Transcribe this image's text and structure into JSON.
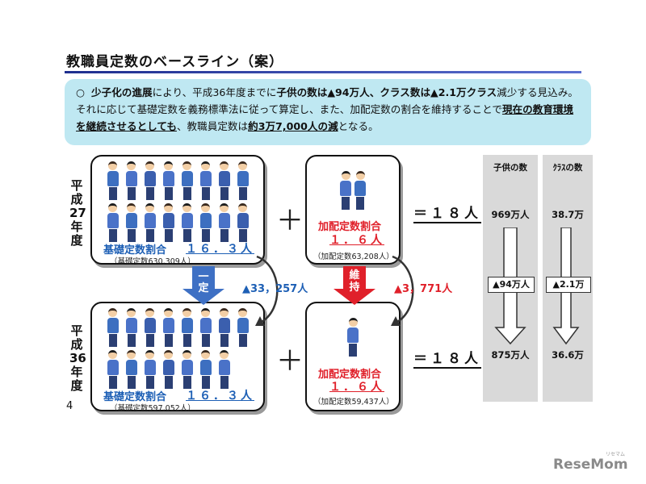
{
  "title": "教職員定数のベースライン（案）",
  "summary": {
    "bullet": "○",
    "parts": [
      {
        "text": "少子化の進展",
        "b": true,
        "u": false
      },
      {
        "text": "により、平成36年度までに",
        "b": false,
        "u": false
      },
      {
        "text": "子供の数は▲94万人、クラス数は▲2.1万クラス",
        "b": true,
        "u": false
      },
      {
        "text": "減少する見込み。それに応じて基礎定数を義務標準法に従って算定し、また、加配定数の割合を維持することで",
        "b": false,
        "u": false
      },
      {
        "text": "現在の教育環境を継続させるとしても",
        "b": true,
        "u": true
      },
      {
        "text": "、教職員定数は",
        "b": false,
        "u": false
      },
      {
        "text": "約3万7,000人の減",
        "b": true,
        "u": true
      },
      {
        "text": "となる。",
        "b": false,
        "u": false
      }
    ]
  },
  "year_top": "平成27年度",
  "year_bottom": "平成36年度",
  "top_row": {
    "base_label": "基礎定数割合",
    "base_value": "１６．３人",
    "base_count": "（基礎定数630,309人）",
    "add_label": "加配定数割合",
    "add_value": "１．６人",
    "add_count": "（加配定数63,208人）",
    "plus": "＋",
    "total": "＝１８人"
  },
  "bottom_row": {
    "base_label": "基礎定数割合",
    "base_value": "１６．３人",
    "base_count": "（基礎定数597,052人）",
    "add_label": "加配定数割合",
    "add_value": "１．６人",
    "add_count": "（加配定数59,437人）",
    "plus": "＋",
    "total": "＝１８人"
  },
  "arrows": {
    "blue_text": "一定",
    "blue_delta": "▲33，257人",
    "red_text": "維持",
    "red_delta": "▲3，771人"
  },
  "columns": {
    "children": {
      "header": "子供の数",
      "top": "969万人",
      "change": "▲94万人",
      "bottom": "875万人"
    },
    "classes": {
      "header": "ｸﾗｽの数",
      "top": "38.7万",
      "change": "▲2.1万",
      "bottom": "36.6万"
    }
  },
  "page_number": "4",
  "logo": "ReseMom",
  "logo_sub": "リセマム",
  "colors": {
    "blue": "#1d5fb5",
    "red": "#e0202a",
    "summary_bg": "#bfe8f2",
    "column_bg": "#d9d9d9"
  }
}
